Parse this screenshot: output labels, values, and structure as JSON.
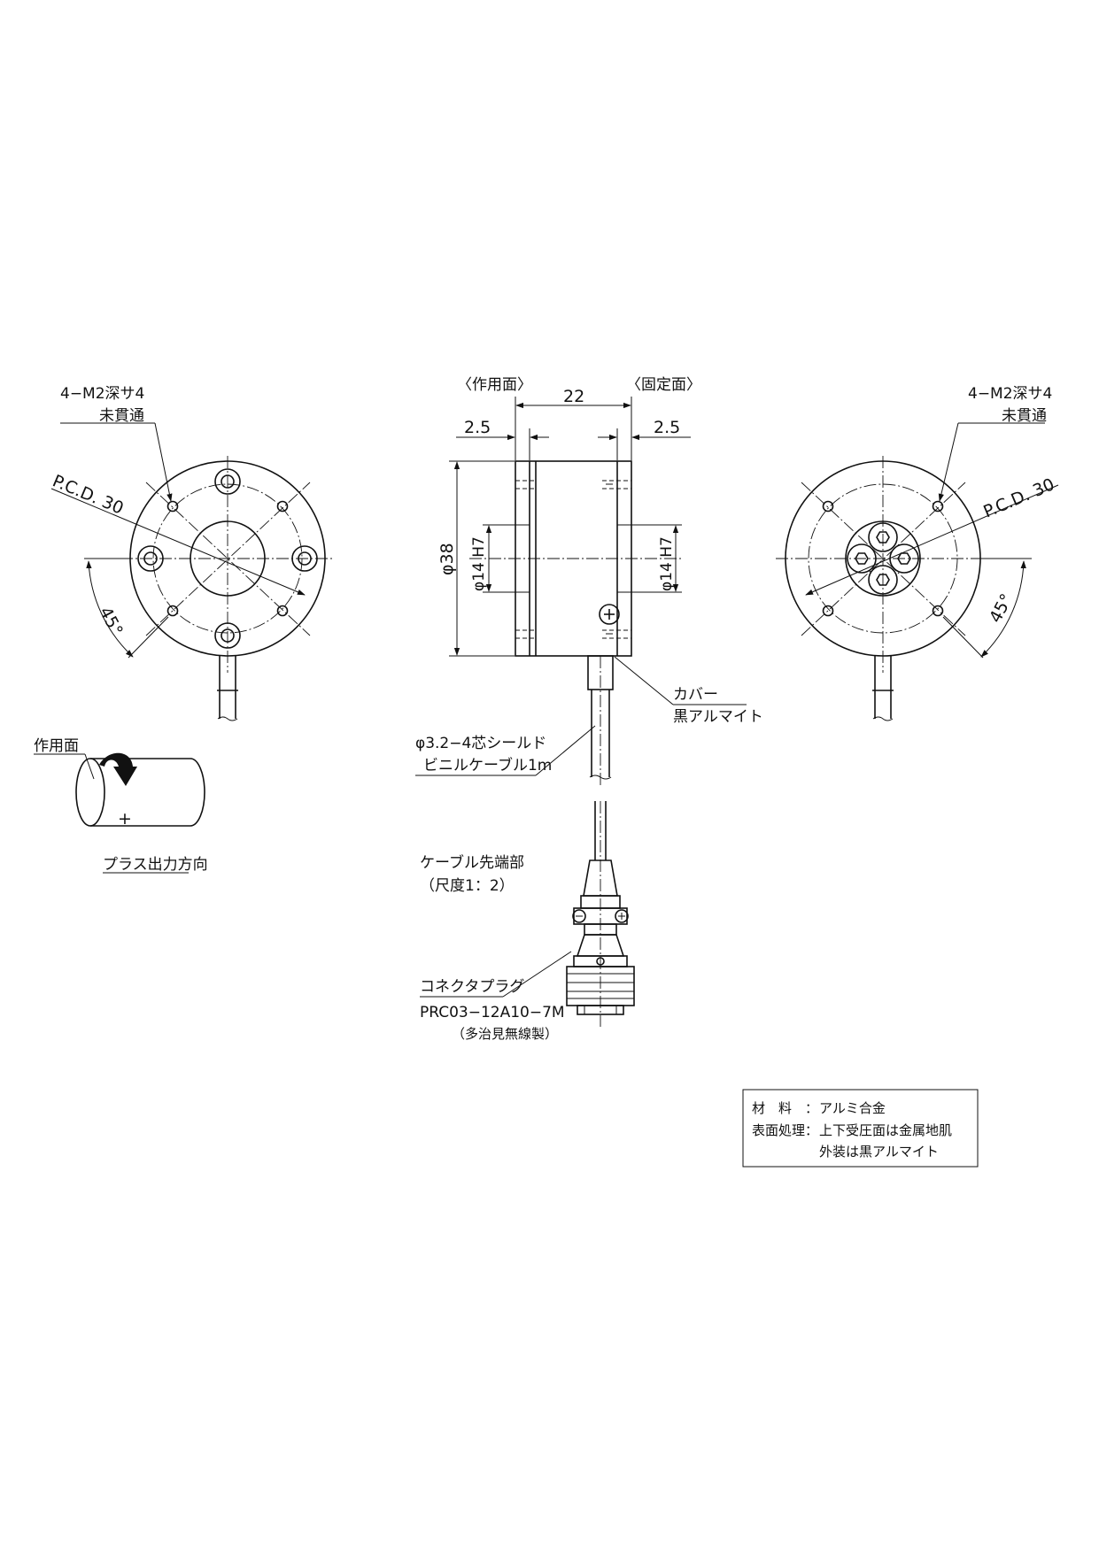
{
  "left_view": {
    "hole_callout_line1": "4−M2深サ4",
    "hole_callout_line2": "未貫通",
    "pcd_label": "P.C.D. 30",
    "angle_label": "45°"
  },
  "right_view": {
    "hole_callout_line1": "4−M2深サ4",
    "hole_callout_line2": "未貫通",
    "pcd_label": "P.C.D. 30",
    "angle_label": "45°"
  },
  "side_view": {
    "working_face_label": "〈作用面〉",
    "fixed_face_label": "〈固定面〉",
    "dim_total_width": "22",
    "dim_left_plate": "2.5",
    "dim_right_plate": "2.5",
    "dim_diameter": "φ38",
    "dim_bore_left": "φ14 H7",
    "dim_bore_right": "φ14 H7",
    "cover_label_line1": "カバー",
    "cover_label_line2": "黒アルマイト",
    "cable_label_line1": "φ3.2−4芯シールド",
    "cable_label_line2": "ビニルケーブル1m"
  },
  "direction_figure": {
    "working_face_label": "作用面",
    "plus_sign": "+",
    "caption": "プラス出力方向"
  },
  "cable_end": {
    "title": "ケーブル先端部",
    "scale": "（尺度1：2）",
    "connector_label": "コネクタプラグ",
    "part_number": "PRC03−12A10−7M",
    "maker": "（多治見無線製）"
  },
  "spec_table": {
    "material_label": "材　料",
    "material_sep": "：",
    "material_value": "アルミ合金",
    "finish_label": "表面処理",
    "finish_sep": "：",
    "finish_value_line1": "上下受圧面は金属地肌",
    "finish_value_line2": "外装は黒アルマイト"
  },
  "colors": {
    "line": "#111111",
    "paper": "#ffffff"
  }
}
